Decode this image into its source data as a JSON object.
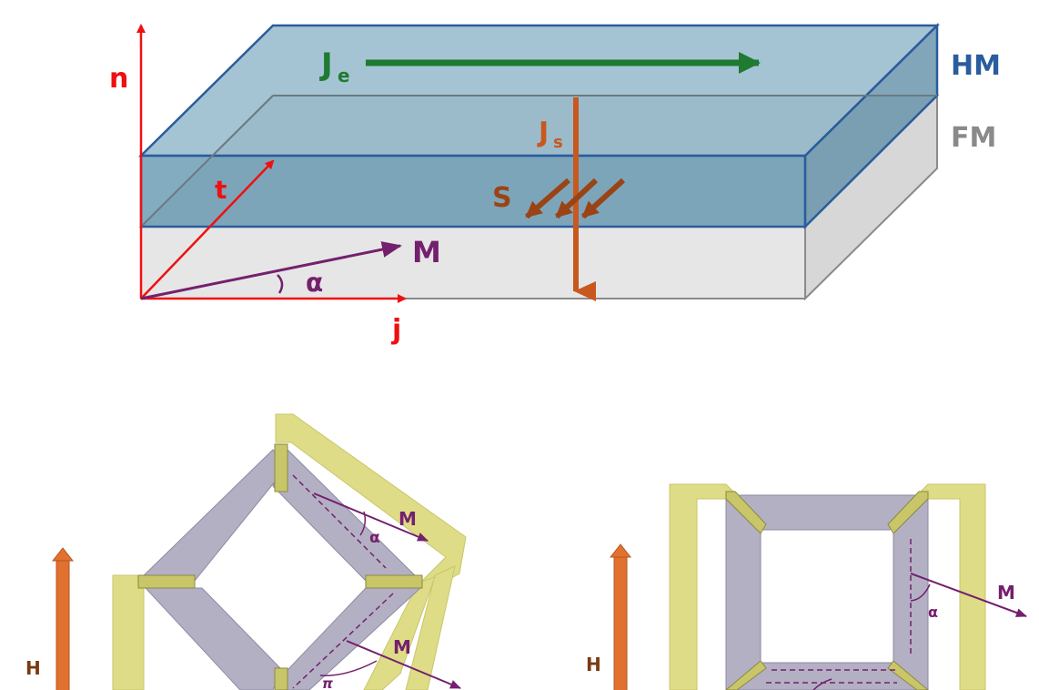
{
  "top_diagram": {
    "axis_n": "n",
    "axis_t": "t",
    "axis_j": "j",
    "label_M": "M",
    "label_alpha": "α",
    "label_Je_main": "J",
    "label_Je_sub": "e",
    "label_Js_main": "J",
    "label_Js_sub": "s",
    "label_S": "S",
    "label_HM": "HM",
    "label_FM": "FM"
  },
  "bottom_left": {
    "label_H": "H",
    "label_M_upper": "M",
    "label_alpha": "α",
    "label_M_lower": "M",
    "label_pi": "π"
  },
  "bottom_right": {
    "label_H": "H",
    "label_M": "M",
    "label_alpha": "α"
  },
  "colors": {
    "axis_red": "#ee1111",
    "hm_blue": "#2a5c9e",
    "hm_fill": "#7aa6bd",
    "fm_gray": "#8a8a8a",
    "fm_fill": "#e6e6e6",
    "je_green": "#1f7a32",
    "js_orange": "#c8581e",
    "s_brown": "#9a4416",
    "m_purple": "#74206e",
    "h_orange": "#e0712f",
    "h_text": "#7a3a12",
    "wire_yellow": "#dedc86",
    "bar_gray": "#b3b0c4"
  }
}
